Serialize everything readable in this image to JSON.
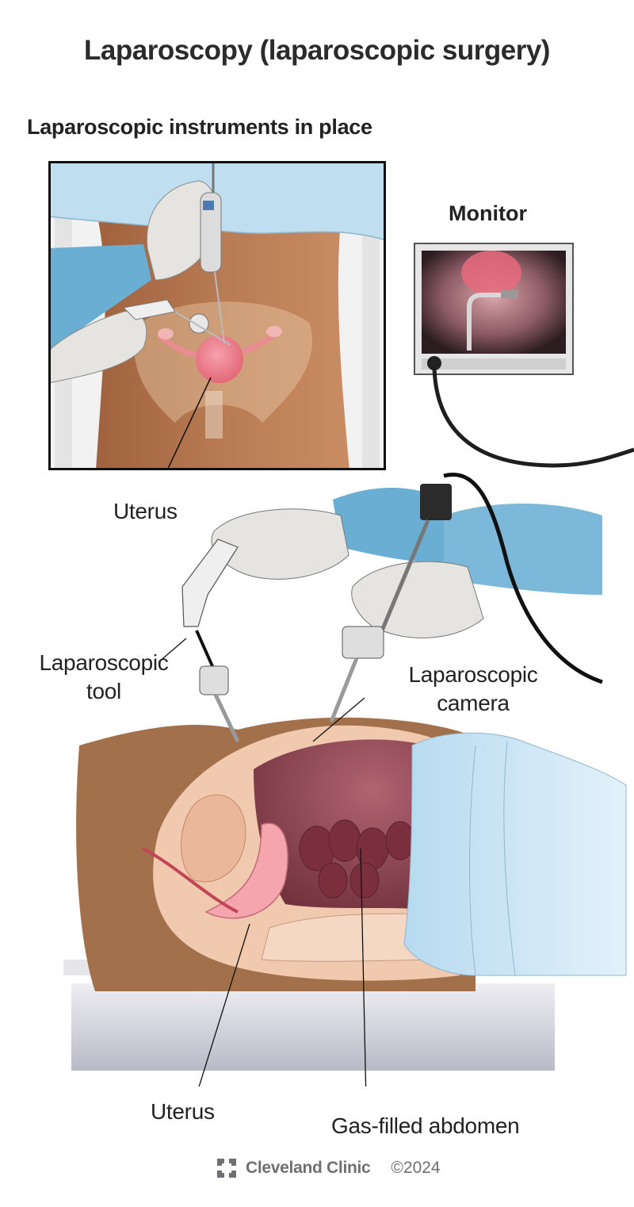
{
  "header": {
    "title": "Laparoscopy (laparoscopic surgery)",
    "subtitle": "Laparoscopic instruments in place"
  },
  "inset": {
    "monitor_title": "Monitor"
  },
  "labels": {
    "uterus_top": "Uterus",
    "laparoscopic_tool_line1": "Laparoscopic",
    "laparoscopic_tool_line2": "tool",
    "laparoscopic_camera_line1": "Laparoscopic",
    "laparoscopic_camera_line2": "camera",
    "uterus_bottom": "Uterus",
    "gas_filled_abdomen": "Gas-filled abdomen"
  },
  "footer": {
    "brand": "Cleveland Clinic",
    "copyright": "©2024"
  },
  "colors": {
    "skin": "#b9784f",
    "skin_light": "#d89b76",
    "drape": "#b9dcef",
    "gown": "#6aaed3",
    "glove": "#e6e4e1",
    "uterus": "#ee7a8a",
    "cavity": "#8c4250",
    "tissue": "#f4c9b2",
    "footer_gray": "#6e7073",
    "text": "#222222"
  }
}
